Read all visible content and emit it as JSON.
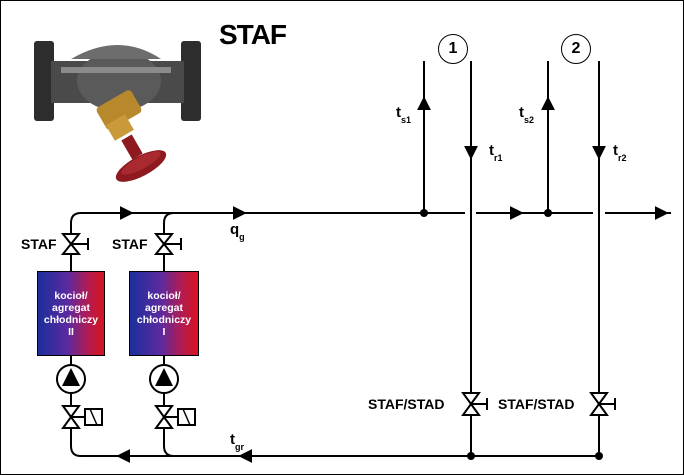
{
  "title": "STAF",
  "circuits": [
    "1",
    "2"
  ],
  "labels": {
    "staf_left": "STAF",
    "staf_right": "STAF",
    "staf_stad_1": "STAF/STAD",
    "staf_stad_2": "STAF/STAD"
  },
  "flow": {
    "main": "q",
    "main_sub": "g"
  },
  "temps": {
    "ts1": "t",
    "ts1_sub": "s1",
    "tr1": "t",
    "tr1_sub": "r1",
    "ts2": "t",
    "ts2_sub": "s2",
    "tr2": "t",
    "tr2_sub": "r2",
    "tgr": "t",
    "tgr_sub": "gr"
  },
  "units": [
    {
      "line1": "kocioł/",
      "line2": "agregat",
      "line3": "chłodniczy",
      "line4": "II"
    },
    {
      "line1": "kocioł/",
      "line2": "agregat",
      "line3": "chłodniczy",
      "line4": "I"
    }
  ],
  "colors": {
    "line": "#000000",
    "box_cold": "#1b2f9b",
    "box_hot": "#d8141e",
    "valve_body": "#3a3a3a",
    "valve_handle": "#8e1a20",
    "valve_brass": "#b8892c"
  }
}
